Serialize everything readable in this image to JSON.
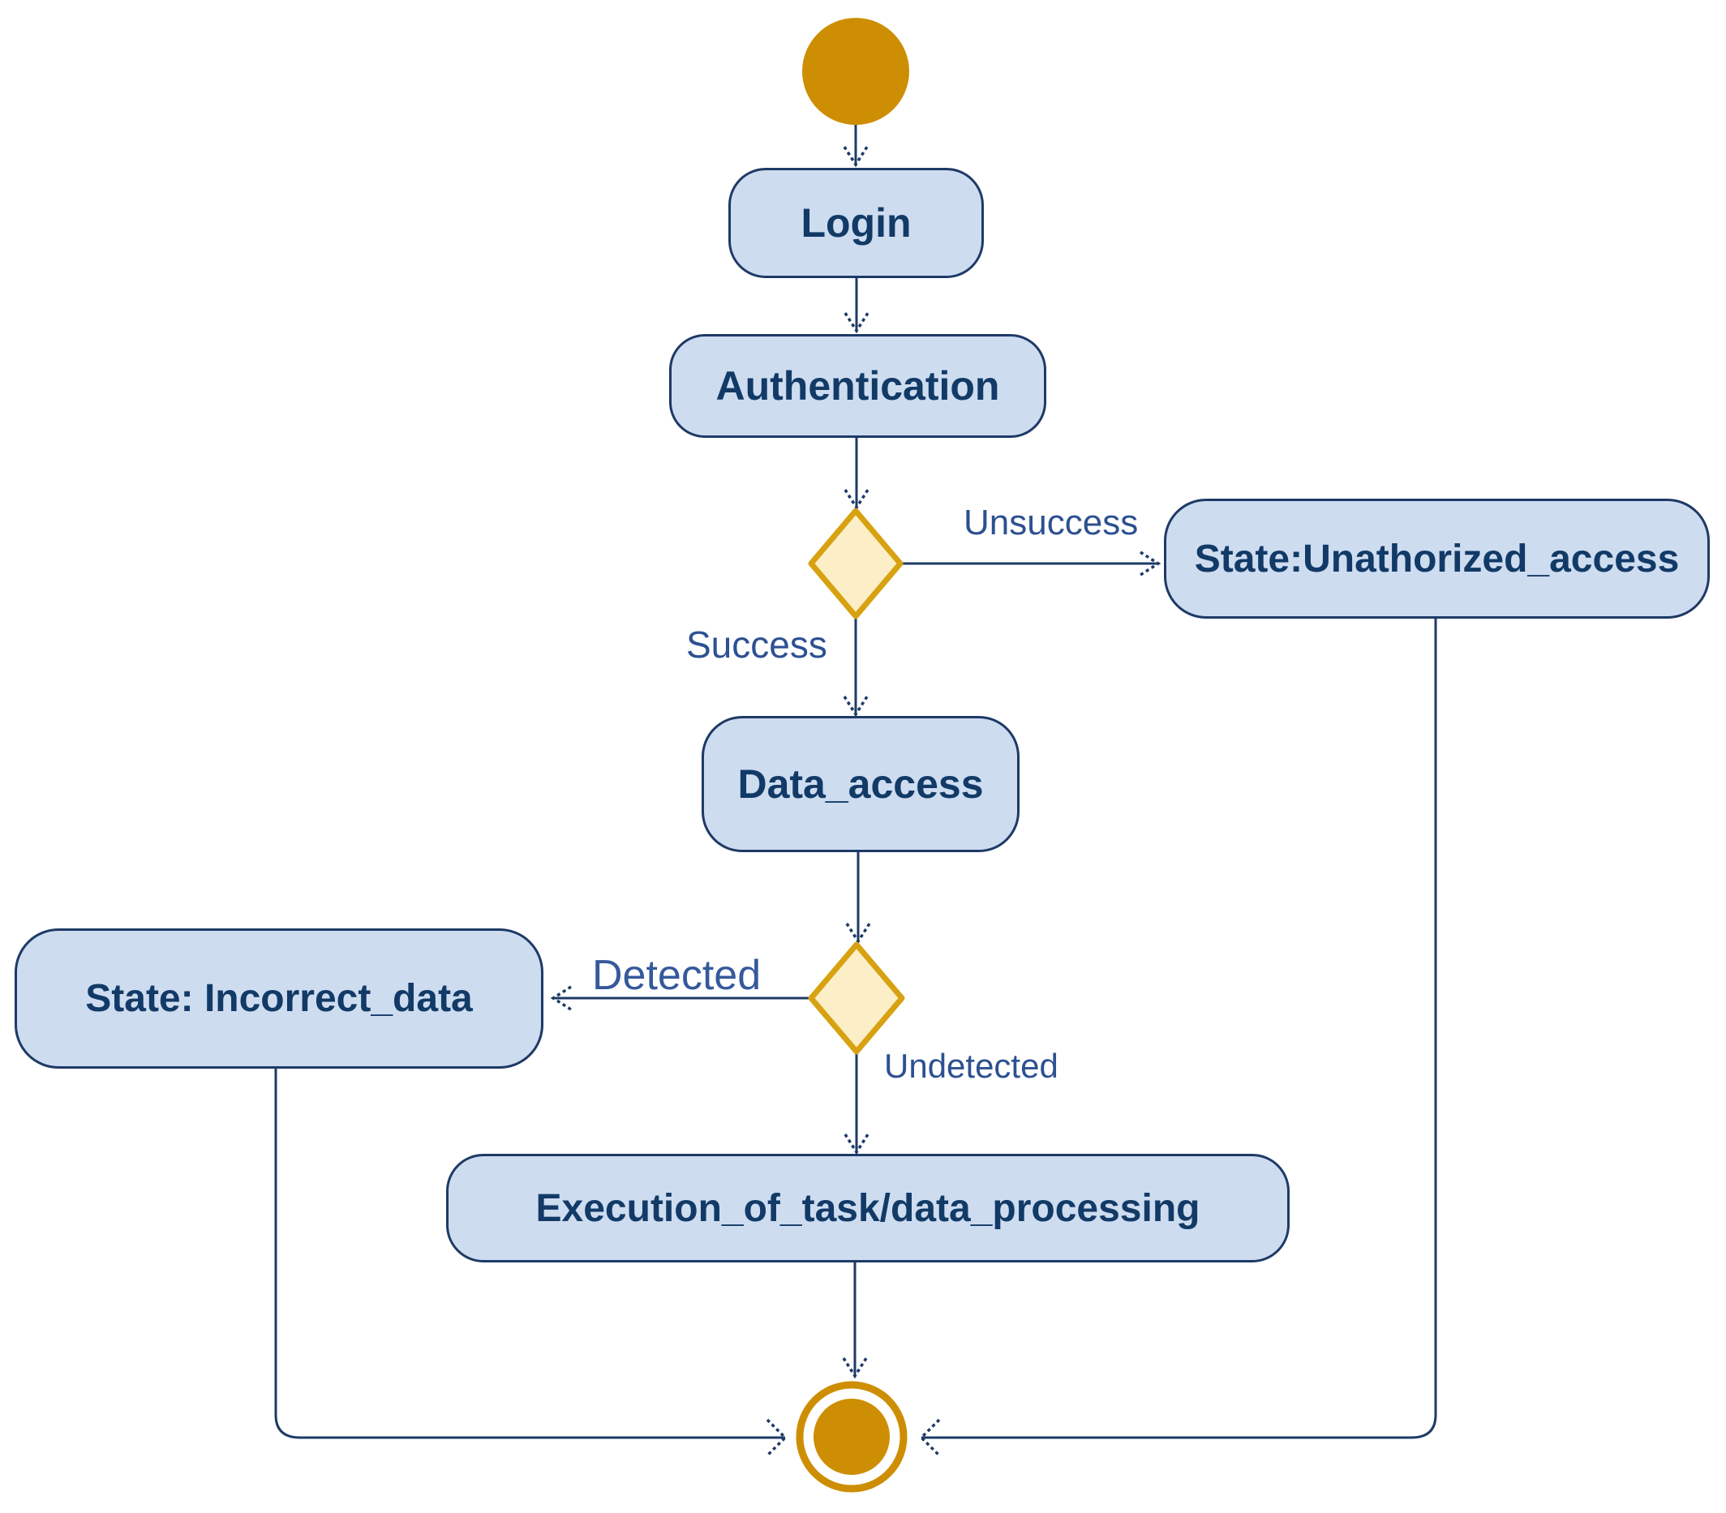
{
  "diagram": {
    "kind": "uml-activity-state-diagram",
    "background": "#ffffff",
    "colors": {
      "activity_fill": "#cedcf0",
      "activity_border": "#1e3a66",
      "activity_text": "#123a67",
      "decision_fill": "#fceec6",
      "decision_border": "#d7a211",
      "terminal_fill": "#ce8e04",
      "edge_line": "#1e3a66",
      "edge_label_text": "#2d5191"
    },
    "nodes": {
      "start": {
        "kind": "initial-node",
        "shape": "filled-circle"
      },
      "login": {
        "kind": "activity",
        "label": "Login"
      },
      "authentication": {
        "kind": "activity",
        "label": "Authentication"
      },
      "auth_decision": {
        "kind": "decision",
        "shape": "diamond"
      },
      "unauthorized_access": {
        "kind": "state",
        "label": "State:Unathorized_access"
      },
      "data_access": {
        "kind": "activity",
        "label": "Data_access"
      },
      "detection_decision": {
        "kind": "decision",
        "shape": "diamond"
      },
      "incorrect_data": {
        "kind": "state",
        "label": "State: Incorrect_data"
      },
      "execution": {
        "kind": "activity",
        "label": "Execution_of_task/data_processing"
      },
      "end": {
        "kind": "final-node",
        "shape": "ringed-circle"
      }
    },
    "edge_labels": {
      "unsuccess": "Unsuccess",
      "success": "Success",
      "detected": "Detected",
      "undetected": "Undetected"
    },
    "edges": [
      {
        "from": "start",
        "to": "login"
      },
      {
        "from": "login",
        "to": "authentication"
      },
      {
        "from": "authentication",
        "to": "auth_decision"
      },
      {
        "from": "auth_decision",
        "to": "unauthorized_access",
        "label": "Unsuccess"
      },
      {
        "from": "auth_decision",
        "to": "data_access",
        "label": "Success"
      },
      {
        "from": "data_access",
        "to": "detection_decision"
      },
      {
        "from": "detection_decision",
        "to": "incorrect_data",
        "label": "Detected"
      },
      {
        "from": "detection_decision",
        "to": "execution",
        "label": "Undetected"
      },
      {
        "from": "execution",
        "to": "end"
      },
      {
        "from": "incorrect_data",
        "to": "end"
      },
      {
        "from": "unauthorized_access",
        "to": "end"
      }
    ]
  }
}
